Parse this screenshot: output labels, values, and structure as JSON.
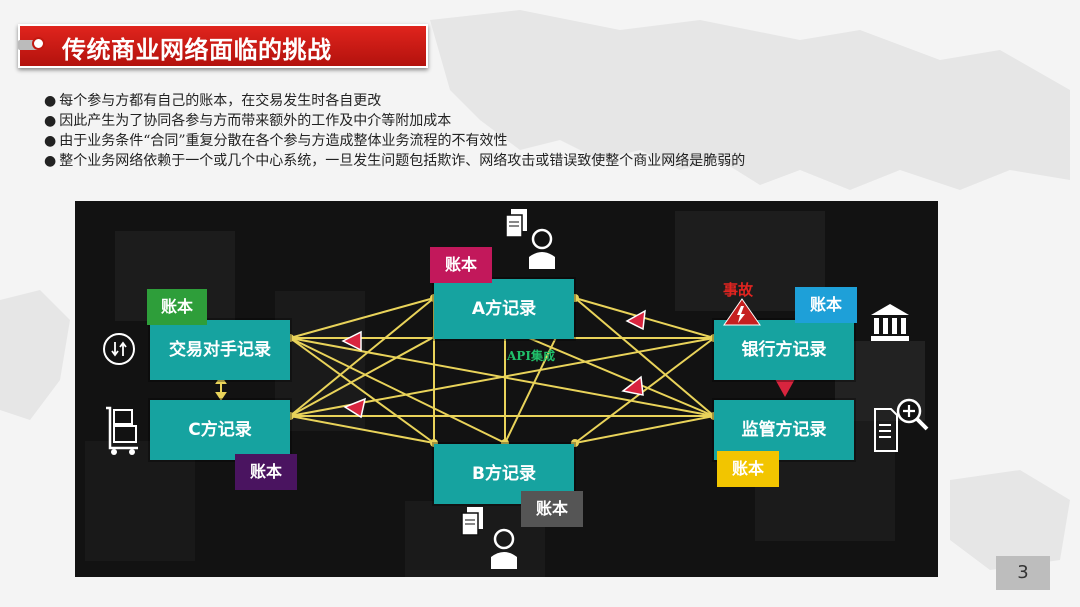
{
  "slide": {
    "title": "传统商业网络面临的挑战",
    "page_number": "3",
    "bullet_symbol": "●",
    "bullets": [
      "每个参与方都有自己的账本，在交易发生时各自更改",
      "因此产生为了协同各参与方而带来额外的工作及中介等附加成本",
      "由于业务条件“合同”重复分散在各个参与方造成整体业务流程的不有效性",
      "整个业务网络依赖于一个或几个中心系统，一旦发生问题包括欺诈、网络攻击或错误致使整个商业网络是脆弱的"
    ]
  },
  "diagram": {
    "api_label": "API集成",
    "incident_label": "事故",
    "records": {
      "a": "A方记录",
      "b": "B方记录",
      "c": "C方记录",
      "counterparty": "交易对手记录",
      "bank": "银行方记录",
      "regulator": "监管方记录"
    },
    "ledgers": [
      {
        "label": "账本",
        "color": "#c2185b"
      },
      {
        "label": "账本",
        "color": "#2e9e3a"
      },
      {
        "label": "账本",
        "color": "#1ea0d8"
      },
      {
        "label": "账本",
        "color": "#4a1460"
      },
      {
        "label": "账本",
        "color": "#555555"
      },
      {
        "label": "账本",
        "color": "#f2c500"
      }
    ],
    "colors": {
      "record": "#16a3a0",
      "line": "#e9d35a",
      "arrow": "#d8243e",
      "title_red": "#cc1d15"
    },
    "icons": [
      "documents-icon",
      "person-icon",
      "exchange-icon",
      "luggage-cart-icon",
      "bank-icon",
      "document-search-icon",
      "warning-icon"
    ]
  }
}
